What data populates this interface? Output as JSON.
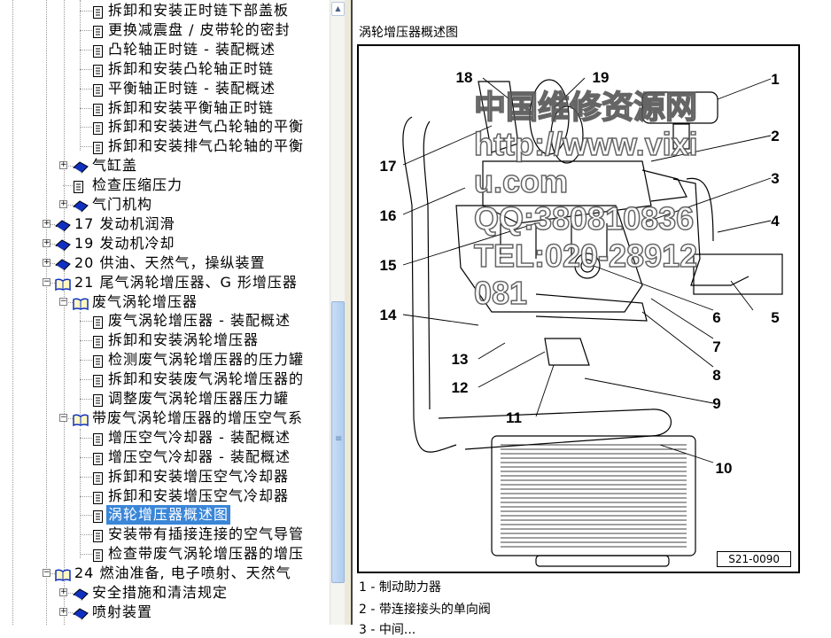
{
  "tree": {
    "items": [
      {
        "label": "拆卸和安装正时链下部盖板",
        "type": "doc",
        "level": 3
      },
      {
        "label": "更换减震盘 / 皮带轮的密封",
        "type": "doc",
        "level": 3
      },
      {
        "label": "凸轮轴正时链 - 装配概述",
        "type": "doc",
        "level": 3
      },
      {
        "label": "拆卸和安装凸轮轴正时链",
        "type": "doc",
        "level": 3
      },
      {
        "label": "平衡轴正时链 - 装配概述",
        "type": "doc",
        "level": 3
      },
      {
        "label": "拆卸和安装平衡轴正时链",
        "type": "doc",
        "level": 3
      },
      {
        "label": "拆卸和安装进气凸轮轴的平衡",
        "type": "doc",
        "level": 3
      },
      {
        "label": "拆卸和安装排气凸轮轴的平衡",
        "type": "doc",
        "level": 3
      },
      {
        "label": "气缸盖",
        "type": "book",
        "level": 2,
        "exp": "+"
      },
      {
        "label": "检查压缩压力",
        "type": "doc",
        "level": 2
      },
      {
        "label": "气门机构",
        "type": "book",
        "level": 2,
        "exp": "+"
      },
      {
        "label": "17  发动机润滑",
        "type": "book",
        "level": 1,
        "exp": "+"
      },
      {
        "label": "19  发动机冷却",
        "type": "book",
        "level": 1,
        "exp": "+"
      },
      {
        "label": "20  供油、天然气，操纵装置",
        "type": "book",
        "level": 1,
        "exp": "+"
      },
      {
        "label": "21  尾气涡轮增压器、G 形增压器",
        "type": "open",
        "level": 1,
        "exp": "-"
      },
      {
        "label": "废气涡轮增压器",
        "type": "open",
        "level": 2,
        "exp": "-"
      },
      {
        "label": "废气涡轮增压器 - 装配概述",
        "type": "doc",
        "level": 3
      },
      {
        "label": "拆卸和安装涡轮增压器",
        "type": "doc",
        "level": 3
      },
      {
        "label": "检测废气涡轮增压器的压力罐",
        "type": "doc",
        "level": 3
      },
      {
        "label": "拆卸和安装废气涡轮增压器的",
        "type": "doc",
        "level": 3
      },
      {
        "label": "调整废气涡轮增压器压力罐",
        "type": "doc",
        "level": 3
      },
      {
        "label": "带废气涡轮增压器的增压空气系",
        "type": "open",
        "level": 2,
        "exp": "-"
      },
      {
        "label": "增压空气冷却器 - 装配概述",
        "type": "doc",
        "level": 3
      },
      {
        "label": "增压空气冷却器 - 装配概述",
        "type": "doc",
        "level": 3
      },
      {
        "label": "拆卸和安装增压空气冷却器",
        "type": "doc",
        "level": 3
      },
      {
        "label": "拆卸和安装增压空气冷却器",
        "type": "doc",
        "level": 3
      },
      {
        "label": "涡轮增压器概述图",
        "type": "doc",
        "level": 3,
        "selected": true
      },
      {
        "label": "安装带有插接连接的空气导管",
        "type": "doc",
        "level": 3
      },
      {
        "label": "检查带废气涡轮增压器的增压",
        "type": "doc",
        "level": 3
      },
      {
        "label": "24  燃油准备, 电子喷射、天然气",
        "type": "open",
        "level": 1,
        "exp": "-"
      },
      {
        "label": "安全措施和清洁规定",
        "type": "book",
        "level": 2,
        "exp": "+"
      },
      {
        "label": "喷射装置",
        "type": "book",
        "level": 2,
        "exp": "+"
      }
    ]
  },
  "content": {
    "title": "涡轮增压器概述图",
    "figure_code": "S21-0090",
    "callouts": [
      "1",
      "2",
      "3",
      "4",
      "5",
      "6",
      "7",
      "8",
      "9",
      "10",
      "11",
      "12",
      "13",
      "14",
      "15",
      "16",
      "17",
      "18",
      "19"
    ],
    "legend": [
      {
        "num": "1 -",
        "text": "制动助力器"
      },
      {
        "num": "2 -",
        "text": "带连接接头的单向阀"
      },
      {
        "num": "3 -",
        "text": "中间..."
      }
    ]
  },
  "watermark": {
    "line1": "中国维修资源网",
    "line2": "http://www.vixiu.com",
    "line3": "QQ:380810836  TEL:020-28912081"
  },
  "colors": {
    "selection": "#3a86d8",
    "book": "#1030c0"
  }
}
